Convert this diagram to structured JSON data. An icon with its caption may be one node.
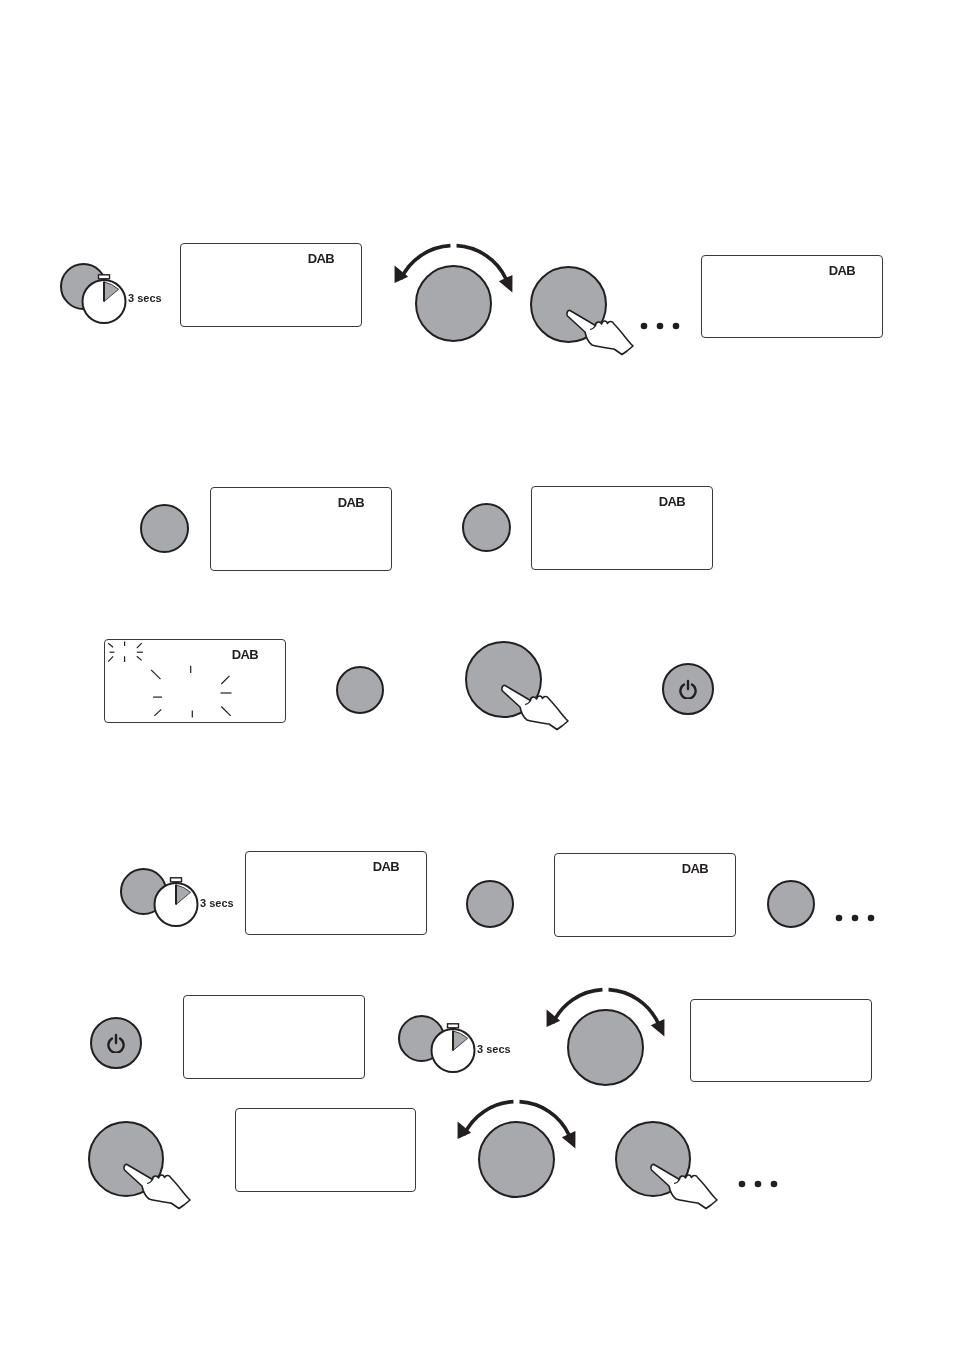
{
  "diagram": {
    "nodes": [
      {
        "text": [],
        "shape": "circle"
      },
      {
        "text": [
          "DAB"
        ]
      },
      {
        "text": [],
        "shape": "circle"
      },
      {
        "text": [],
        "shape": "circle"
      },
      {
        "text": [
          "DAB"
        ]
      },
      {
        "text": [],
        "shape": "circle"
      },
      {
        "text": [
          "DAB"
        ]
      },
      {
        "text": [],
        "shape": "circle"
      },
      {
        "text": [
          "DAB"
        ]
      },
      {
        "text": [
          "DAB"
        ]
      },
      {
        "text": [],
        "shape": "circle"
      },
      {
        "text": [],
        "shape": "circle"
      },
      {
        "text": [],
        "shape": "circle"
      },
      {
        "text": [],
        "shape": "circle"
      },
      {
        "text": [
          "DAB"
        ]
      },
      {
        "text": [],
        "shape": "circle"
      },
      {
        "text": [
          "DAB"
        ]
      },
      {
        "text": [],
        "shape": "circle"
      },
      {
        "text": [],
        "shape": "circle"
      },
      {
        "text": [],
        "shape": "box"
      },
      {
        "text": [],
        "shape": "circle"
      },
      {
        "text": [],
        "shape": "circle"
      },
      {
        "text": [],
        "shape": "box"
      },
      {
        "text": [],
        "shape": "circle"
      },
      {
        "text": [],
        "shape": "box"
      },
      {
        "text": [],
        "shape": "circle"
      },
      {
        "text": [],
        "shape": "circle"
      }
    ],
    "labels": [
      "3 secs",
      "3 secs",
      "3 secs"
    ]
  }
}
